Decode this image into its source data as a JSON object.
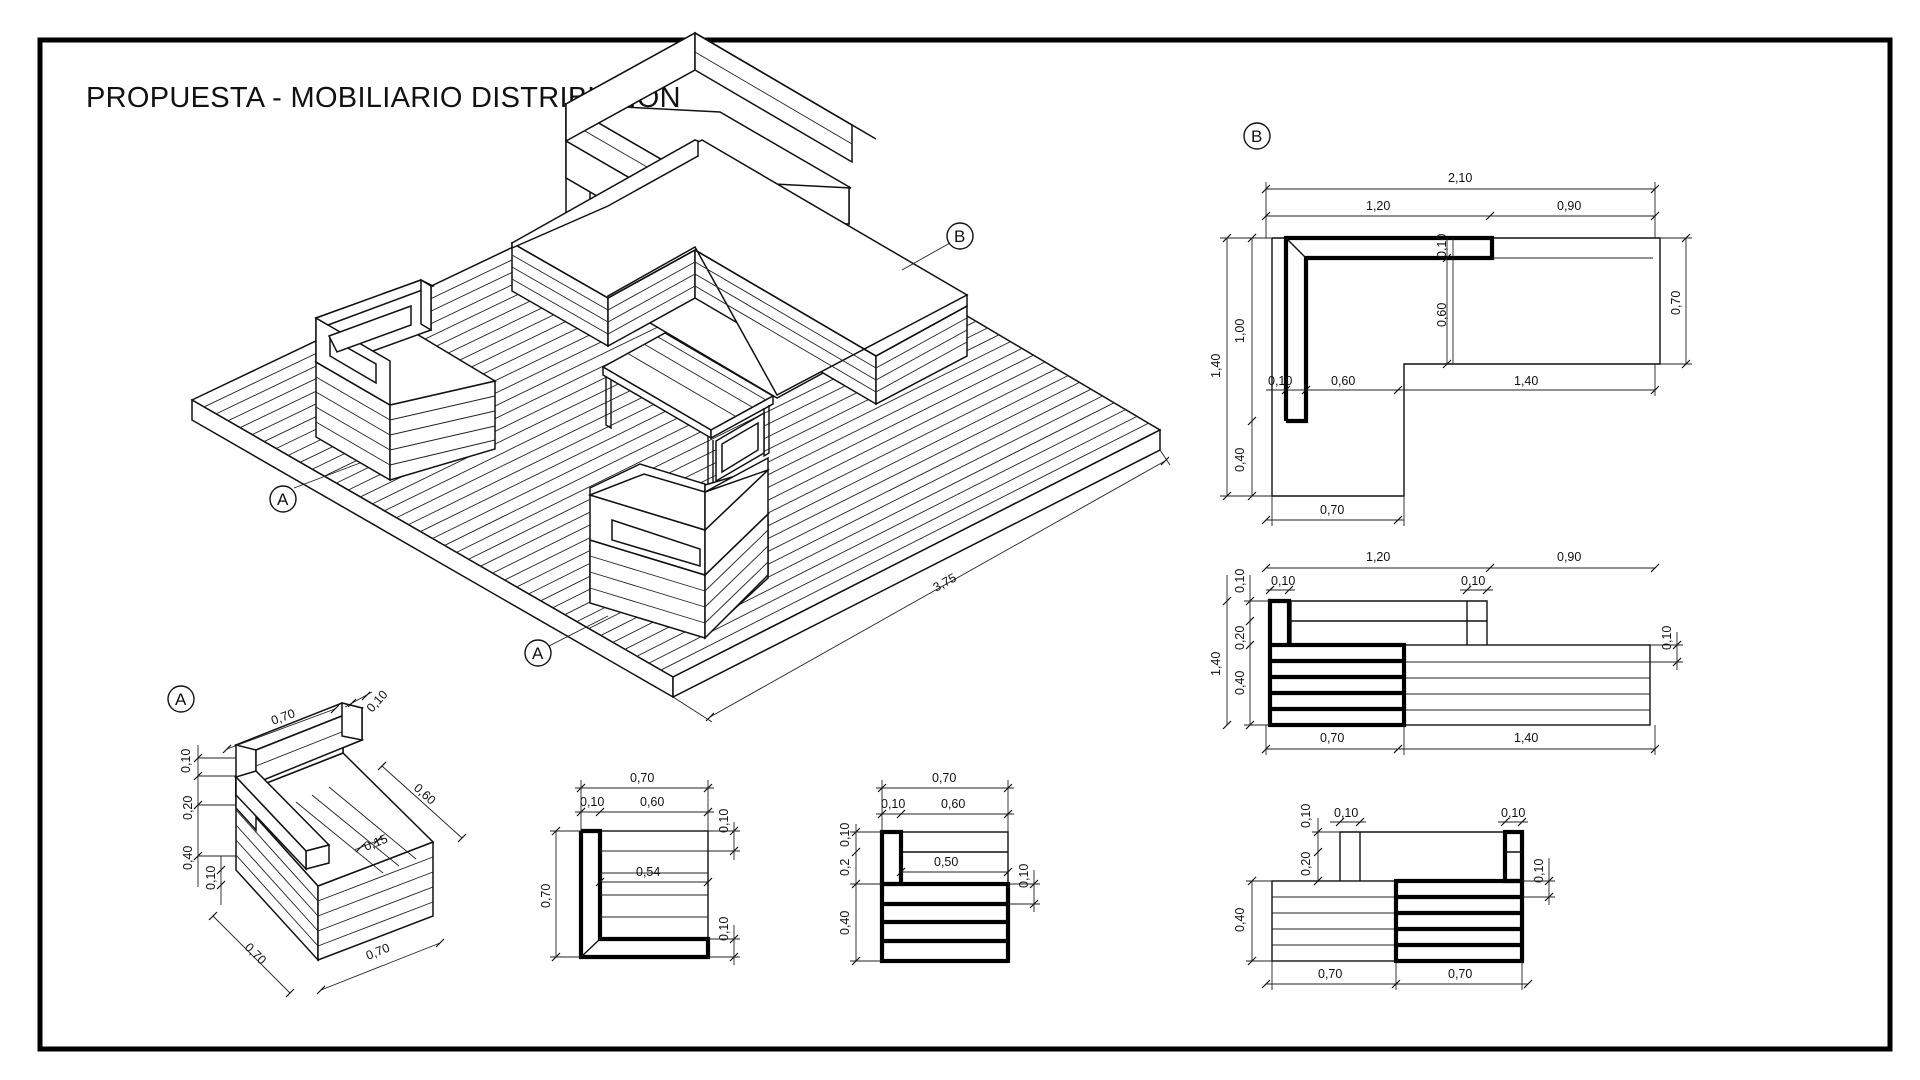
{
  "title": "PROPUESTA - MOBILIARIO DISTRIBUSION",
  "tags": {
    "a": "A",
    "b": "B"
  },
  "iso": {
    "deck_length": "3,75"
  },
  "plan_b": {
    "total_width": "2,10",
    "seg_left": "1,20",
    "seg_right": "0,90",
    "depth_total": "1,40",
    "depth_upper": "1,00",
    "depth_lower": "0,40",
    "back_thick": "0,10",
    "inner_depth": "0,60",
    "right_depth": "0,70",
    "side_thick": "0,10",
    "inner_width": "0,60",
    "wing_length": "1,40",
    "bottom_width": "0,70"
  },
  "elev_b": {
    "seg_left": "1,20",
    "seg_right": "0,90",
    "post_left": "0,10",
    "post_right": "0,10",
    "height_total": "1,40",
    "back_top": "0,10",
    "back_mid": "0,20",
    "seat_height": "0,40",
    "seat_step": "0,10",
    "bottom_left": "0,70",
    "bottom_right": "1,40"
  },
  "side_b": {
    "post_left": "0,10",
    "post_right": "0,10",
    "top": "0,10",
    "mid": "0,20",
    "right_step": "0,10",
    "seat": "0,40",
    "bottom_left": "0,70",
    "bottom_right": "0,70"
  },
  "iso_a": {
    "width_top": "0,70",
    "arm_thick": "0,10",
    "depth": "0,60",
    "h_top": "0,10",
    "h_mid": "0,20",
    "h_seat": "0,40",
    "h_base": "0,10",
    "slat": "0,15",
    "width_left": "0,70",
    "width_right": "0,70"
  },
  "plan_a": {
    "width": "0,70",
    "side": "0,10",
    "inner": "0,60",
    "top_right": "0,10",
    "depth": "0,70",
    "inner_seat": "0,54",
    "bottom_right": "0,10"
  },
  "front_a": {
    "width": "0,70",
    "post": "0,10",
    "inner": "0,60",
    "top": "0,10",
    "mid": "0,2",
    "seat": "0,40",
    "inner_seat": "0,50",
    "right_step": "0,10"
  }
}
